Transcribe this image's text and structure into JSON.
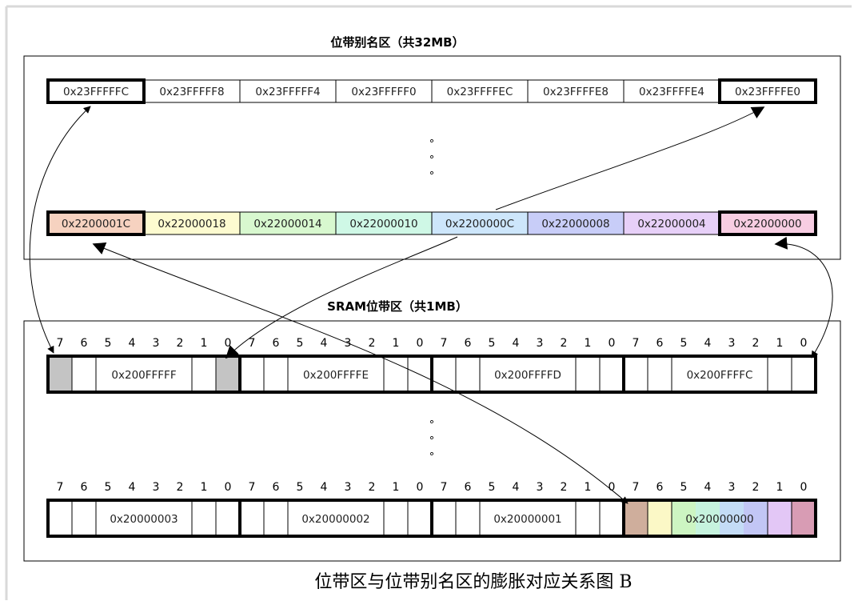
{
  "alias_region": {
    "title": "位带别名区（共32MB）",
    "top_row": [
      "0x23FFFFFC",
      "0x23FFFFF8",
      "0x23FFFFF4",
      "0x23FFFFF0",
      "0x23FFFFEC",
      "0x23FFFFE8",
      "0x23FFFFE4",
      "0x23FFFFE0"
    ],
    "bottom_row": [
      "0x2200001C",
      "0x22000018",
      "0x22000014",
      "0x22000010",
      "0x2200000C",
      "0x22000008",
      "0x22000004",
      "0x22000000"
    ],
    "bottom_row_colors": [
      "#f6d2c0",
      "#fdfbd0",
      "#d8f8cf",
      "#cff8e6",
      "#cde6fb",
      "#c8cdf8",
      "#e7d0f8",
      "#f7cde2"
    ],
    "ellipsis": [
      "°",
      "°",
      "°"
    ]
  },
  "sram_region": {
    "title": "SRAM位带区（共1MB）",
    "top_row": [
      "0x200FFFFF",
      "0x200FFFFE",
      "0x200FFFFD",
      "0x200FFFFC"
    ],
    "bottom_row": [
      "0x20000003",
      "0x20000002",
      "0x20000001",
      "0x20000000"
    ],
    "bit_labels": [
      "7",
      "6",
      "5",
      "4",
      "3",
      "2",
      "1",
      "0"
    ],
    "highlight_gray": "#c4c4c4",
    "byte0_colors": [
      "#cfae9c",
      "#fbf8c6",
      "#cdf5c2",
      "#c6f3de",
      "#c4dcf6",
      "#c2c6f5",
      "#e3c7f6",
      "#d89cb4"
    ],
    "ellipsis": [
      "°",
      "°",
      "°"
    ]
  },
  "caption": "位带区与位带别名区的膨胀对应关系图 B"
}
